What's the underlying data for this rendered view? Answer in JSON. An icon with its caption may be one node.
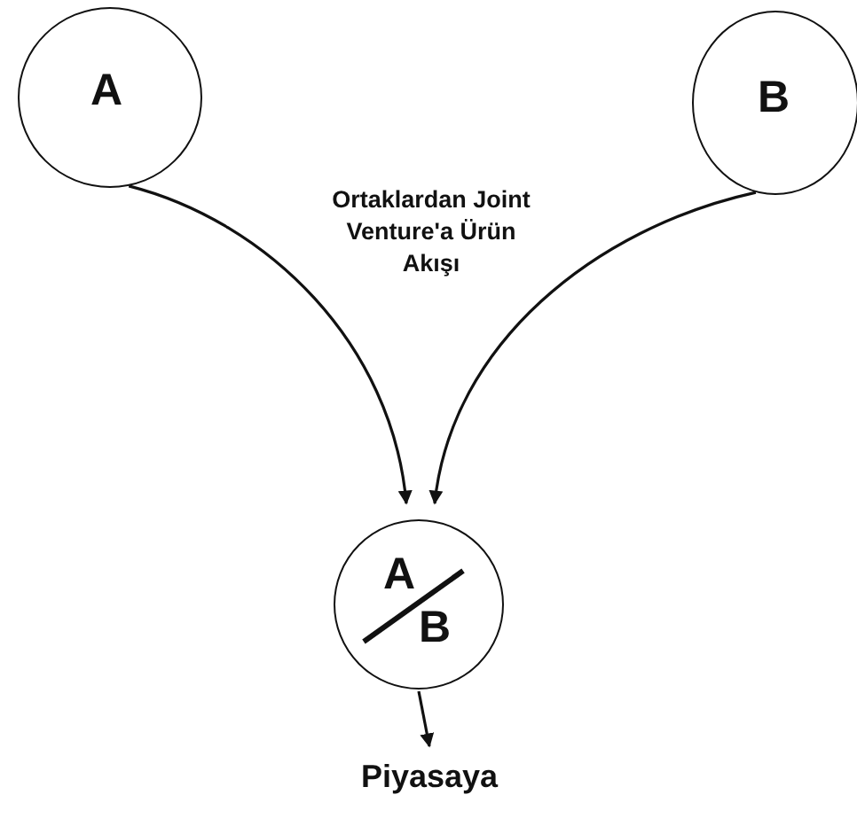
{
  "diagram": {
    "nodes": [
      {
        "text": [
          "A"
        ]
      },
      {
        "text": [
          "B"
        ]
      },
      {
        "text": [
          "A",
          "B"
        ]
      },
      {
        "text": [
          "Piyasaya"
        ]
      }
    ],
    "edges": [
      {
        "from": 0,
        "to": 2,
        "arrow": "to"
      },
      {
        "from": 1,
        "to": 2,
        "arrow": "to"
      },
      {
        "from": 2,
        "to": 3,
        "arrow": "to"
      }
    ],
    "labels": [
      "Ortaklardan Joint Venture'a Ürün Akışı"
    ]
  }
}
